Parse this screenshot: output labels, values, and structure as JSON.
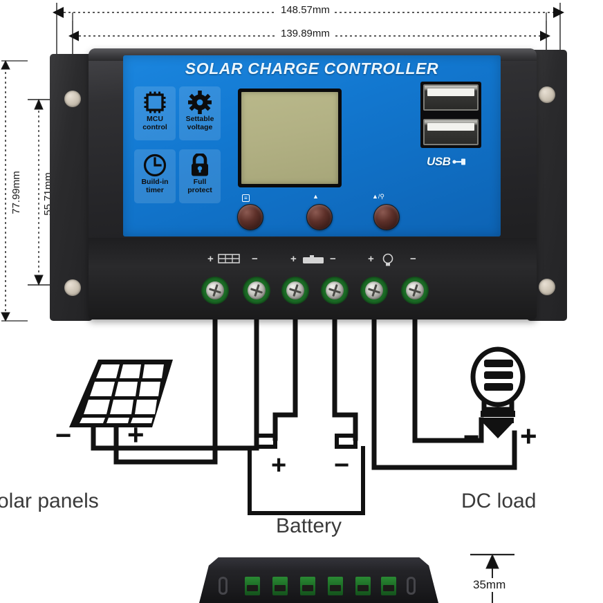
{
  "product": {
    "brand_text": "SOLAR CHARGE CONTROLLER",
    "usb_label": "USB",
    "features": [
      {
        "id": "mcu-control",
        "icon": "chip-icon",
        "line1": "MCU",
        "line2": "control"
      },
      {
        "id": "settable-voltage",
        "icon": "gear-icon",
        "line1": "Settable",
        "line2": "voltage"
      },
      {
        "id": "build-in-timer",
        "icon": "clock-icon",
        "line1": "Build-in",
        "line2": "timer"
      },
      {
        "id": "full-protect",
        "icon": "lock-icon",
        "line1": "Full",
        "line2": "protect"
      }
    ],
    "buttons": [
      {
        "id": "menu-set-button",
        "label": "≡",
        "icon": "menu-icon"
      },
      {
        "id": "up-button",
        "label": "▲",
        "icon": "triangle-up-icon"
      },
      {
        "id": "light-mode-button",
        "label": "▲/⚲",
        "icon": "triangle-up-lamp-icon"
      }
    ],
    "terminals": [
      {
        "id": "solar-positive",
        "mark": "+",
        "symbol": "solar-panel-icon"
      },
      {
        "id": "solar-negative",
        "mark": "−",
        "symbol": ""
      },
      {
        "id": "battery-positive",
        "mark": "+",
        "symbol": "battery-icon"
      },
      {
        "id": "battery-negative",
        "mark": "−",
        "symbol": ""
      },
      {
        "id": "load-positive",
        "mark": "+",
        "symbol": "lamp-icon"
      },
      {
        "id": "load-negative",
        "mark": "−",
        "symbol": ""
      }
    ]
  },
  "dimensions": {
    "overall_width": "148.57mm",
    "inner_width": "139.89mm",
    "overall_height": "77.99mm",
    "inner_height": "55.71mm",
    "thickness": "35mm"
  },
  "diagram": {
    "solar": {
      "label": "olar panels",
      "minus": "−",
      "plus": "+"
    },
    "battery": {
      "label": "Battery",
      "plus": "+",
      "minus": "−"
    },
    "load": {
      "label": "DC load",
      "minus": "−",
      "plus": "+"
    }
  },
  "colors": {
    "faceplate_blue": "#1277cf",
    "case_black": "#232327",
    "terminal_green": "#1b6b25",
    "lcd_olive": "#b2b184",
    "wire_black": "#121212",
    "dim_gray": "#3a3a3a"
  }
}
